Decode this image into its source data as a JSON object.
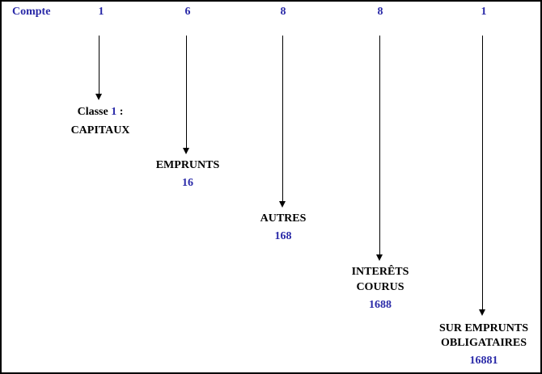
{
  "header": {
    "compte_label": "Compte",
    "digits": [
      "1",
      "6",
      "8",
      "8",
      "1"
    ]
  },
  "levels": [
    {
      "title_prefix": "Classe",
      "title_number": "1",
      "title_suffix": " :",
      "name_line1": "CAPITAUX"
    },
    {
      "name_line1": "EMPRUNTS",
      "code": "16"
    },
    {
      "name_line1": "AUTRES",
      "code": "168"
    },
    {
      "name_line1": "INTERÊTS",
      "name_line2": "COURUS",
      "code": "1688"
    },
    {
      "name_line1": "SUR EMPRUNTS",
      "name_line2": "OBLIGATAIRES",
      "code": "16881"
    }
  ],
  "colors": {
    "accent": "#2a2aa8",
    "text": "#000000",
    "border": "#000000"
  }
}
